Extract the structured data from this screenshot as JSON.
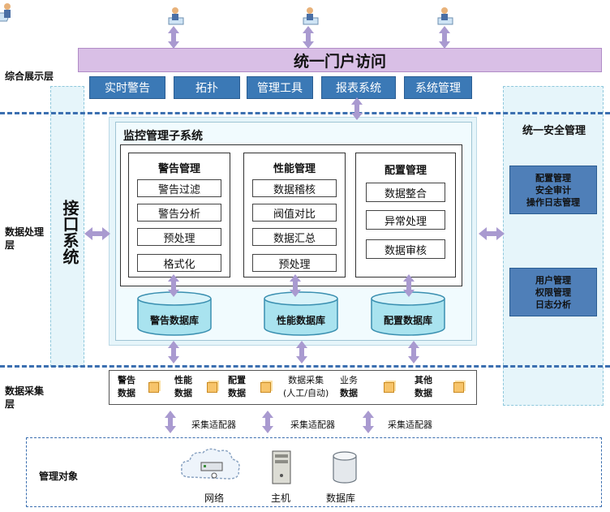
{
  "layers": {
    "presentation": "综合展示层",
    "processing": "数据处理层",
    "collection": "数据采集层",
    "targets": "管理对象"
  },
  "portal": {
    "title": "统一门户访问"
  },
  "menu": [
    {
      "label": "实时警告"
    },
    {
      "label": "拓扑"
    },
    {
      "label": "管理工具"
    },
    {
      "label": "报表系统"
    },
    {
      "label": "系统管理"
    }
  ],
  "interface_system": "接口系统",
  "subsystem": {
    "title": "监控管理子系统",
    "modules": [
      {
        "title": "警告管理",
        "items": [
          "警告过滤",
          "警告分析",
          "预处理",
          "格式化"
        ]
      },
      {
        "title": "性能管理",
        "items": [
          "数据稽核",
          "阀值对比",
          "数据汇总",
          "预处理"
        ]
      },
      {
        "title": "配置管理",
        "items": [
          "数据整合",
          "异常处理",
          "数据审核"
        ]
      }
    ],
    "databases": [
      {
        "label": "警告数据库"
      },
      {
        "label": "性能数据库"
      },
      {
        "label": "配置数据库"
      }
    ]
  },
  "security": {
    "title": "统一安全管理",
    "groups": [
      {
        "lines": [
          "配置管理",
          "安全审计",
          "操作日志管理"
        ]
      },
      {
        "lines": [
          "用户管理",
          "权限管理",
          "日志分析"
        ]
      }
    ]
  },
  "collection": {
    "items": [
      {
        "lines": [
          "警告",
          "数据"
        ]
      },
      {
        "lines": [
          "性能",
          "数据"
        ]
      },
      {
        "lines": [
          "配置",
          "数据"
        ]
      },
      {
        "lines": [
          "数据采集",
          "(人工/自动)"
        ]
      },
      {
        "lines": [
          "业务",
          "数据"
        ]
      },
      {
        "lines": [
          "其他",
          "数据"
        ]
      }
    ],
    "adapters": [
      "采集适配器",
      "采集适配器",
      "采集适配器"
    ]
  },
  "targets": {
    "items": [
      {
        "label": "网络",
        "icon": "network-cloud-icon"
      },
      {
        "label": "主机",
        "icon": "server-icon"
      },
      {
        "label": "数据库",
        "icon": "database-icon"
      }
    ]
  },
  "colors": {
    "portal_bg": "#d9bfe6",
    "menu_bg": "#3b79b6",
    "panel_bg": "#e6f5fa",
    "security_box": "#4f7fb8",
    "arrow": "#a99ad0",
    "dash": "#3b6fb0"
  }
}
